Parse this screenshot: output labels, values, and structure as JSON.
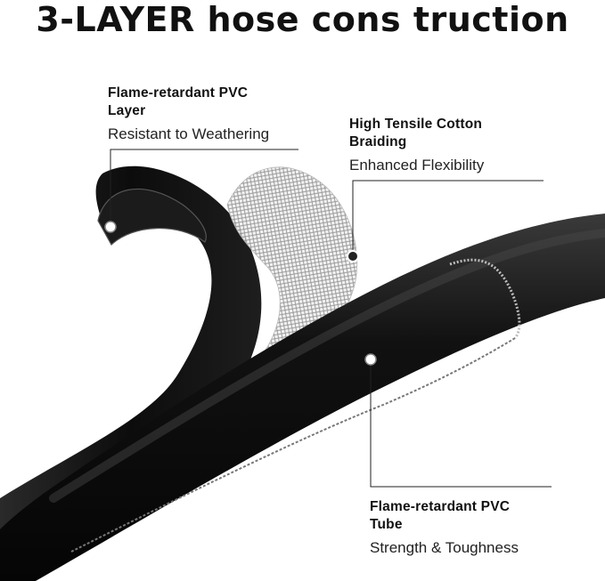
{
  "title": "3-LAYER hose cons truction",
  "layers": [
    {
      "id": "outer",
      "name_line1": "Flame-retardant PVC",
      "name_line2": "Layer",
      "benefit": "Resistant to Weathering"
    },
    {
      "id": "braid",
      "name_line1": "High Tensile Cotton",
      "name_line2": "Braiding",
      "benefit": "Enhanced Flexibility"
    },
    {
      "id": "tube",
      "name_line1": "Flame-retardant PVC",
      "name_line2": "Tube",
      "benefit": "Strength & Toughness"
    }
  ],
  "colors": {
    "hose": "#0c0c0c",
    "braid": "#9a9a9a",
    "leader": "#222222",
    "marker": "#ffffff"
  },
  "icons": [
    "callout-dot-icon"
  ]
}
